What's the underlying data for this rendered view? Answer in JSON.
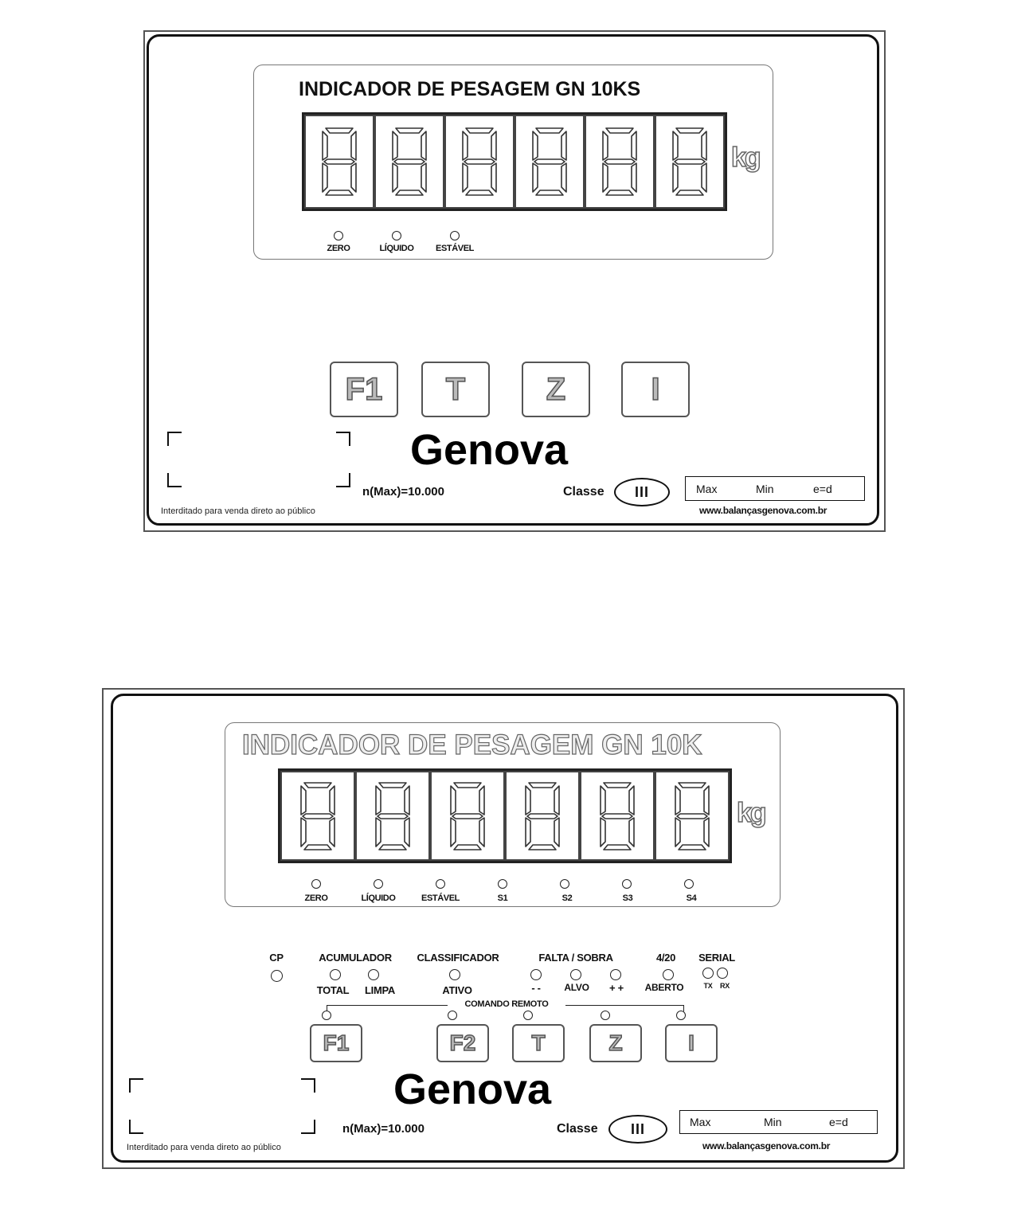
{
  "indicators": [
    {
      "title": "INDICADOR DE PESAGEM GN 10KS",
      "digit_count": 6,
      "unit": "kg",
      "status_leds": [
        "ZERO",
        "LÍQUIDO",
        "ESTÁVEL"
      ],
      "keys": [
        "F1",
        "T",
        "Z",
        "I"
      ],
      "brand": "Genova",
      "n_max": "n(Max)=10.000",
      "classe_label": "Classe",
      "classe_value": "III",
      "spec": {
        "max": "Max",
        "min": "Min",
        "ed": "e=d"
      },
      "restriction": "Interditado para venda direto ao público",
      "url": "www.balançasgenova.com.br"
    },
    {
      "title": "INDICADOR DE PESAGEM GN 10K",
      "digit_count": 6,
      "unit": "kg",
      "status_leds": [
        "ZERO",
        "LÍQUIDO",
        "ESTÁVEL",
        "S1",
        "S2",
        "S3",
        "S4"
      ],
      "groups": {
        "cp": "CP",
        "acumulador": "ACUMULADOR",
        "classificador": "CLASSIFICADOR",
        "falta_sobra": "FALTA / SOBRA",
        "range_420": "4/20",
        "serial": "SERIAL"
      },
      "group_leds": {
        "total": "TOTAL",
        "limpa": "LIMPA",
        "ativo": "ATIVO",
        "minus": "- -",
        "alvo": "ALVO",
        "plus": "+ +",
        "aberto": "ABERTO",
        "tx": "TX",
        "rx": "RX"
      },
      "remote_label": "COMANDO REMOTO",
      "keys": [
        "F1",
        "F2",
        "T",
        "Z",
        "I"
      ],
      "brand": "Genova",
      "n_max": "n(Max)=10.000",
      "classe_label": "Classe",
      "classe_value": "III",
      "spec": {
        "max": "Max",
        "min": "Min",
        "ed": "e=d"
      },
      "restriction": "Interditado para venda direto ao público",
      "url": "www.balançasgenova.com.br"
    }
  ]
}
